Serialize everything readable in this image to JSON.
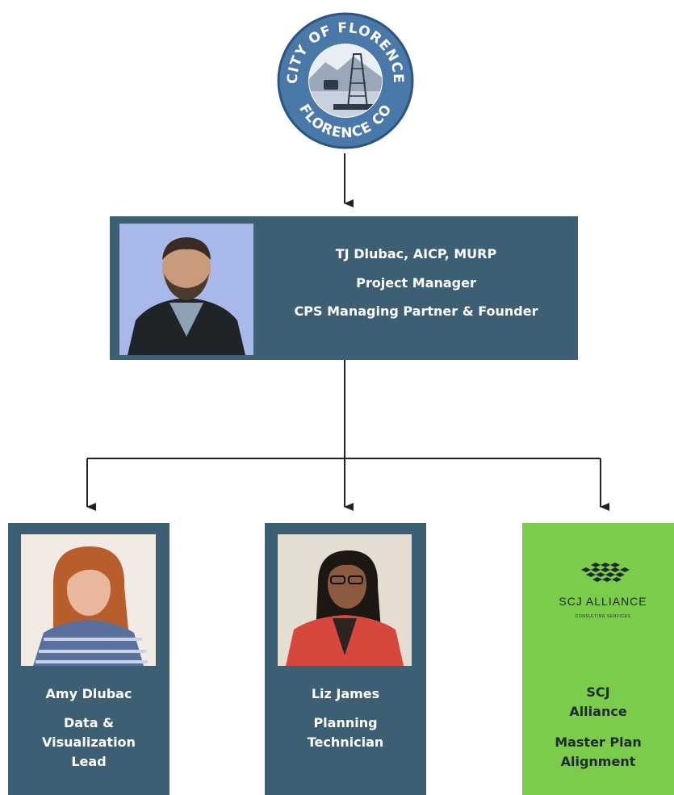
{
  "client": {
    "logo_text_top": "CITY OF FLORENCE",
    "logo_text_bottom": "FLORENCE CO"
  },
  "project_manager": {
    "name": "TJ Dlubac, AICP, MURP",
    "role": "Project Manager",
    "title": "CPS Managing Partner & Founder"
  },
  "team": [
    {
      "name": "Amy Dlubac",
      "role": "Data & Visualization Lead"
    },
    {
      "name": "Liz James",
      "role": "Planning Technician"
    },
    {
      "logo_name": "SCJ ALLIANCE",
      "logo_tagline": "CONSULTING SERVICES",
      "name": "SCJ Alliance",
      "role": "Master Plan Alignment"
    }
  ],
  "colors": {
    "box": "#3d5f74",
    "partner_box": "#7ccc4b",
    "seal": "#4a78a8",
    "connector": "#222222"
  }
}
